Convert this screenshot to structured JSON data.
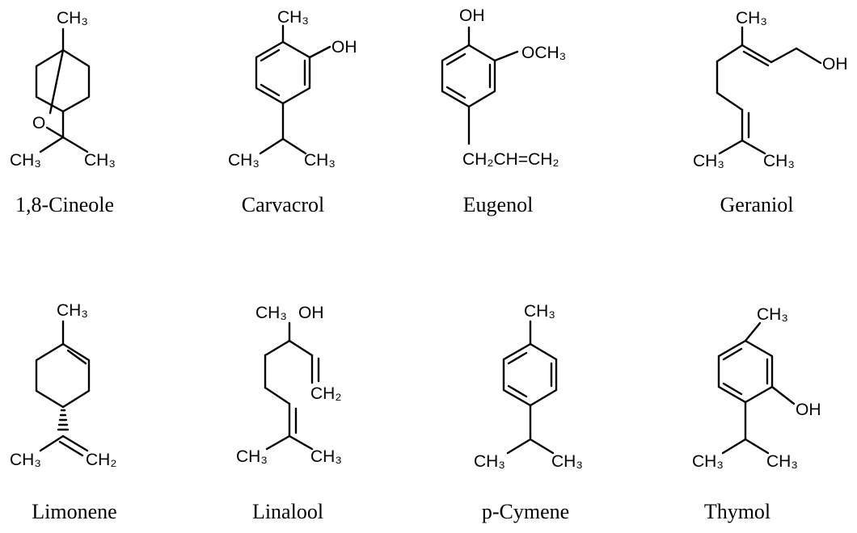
{
  "molecules": [
    {
      "name": "1,8-Cineole",
      "labels": {
        "top": "CH3",
        "o": "O",
        "left": "CH3",
        "right": "CH3"
      }
    },
    {
      "name": "Carvacrol",
      "labels": {
        "top": "CH3",
        "oh": "OH",
        "left": "CH3",
        "right": "CH3"
      }
    },
    {
      "name": "Eugenol",
      "labels": {
        "oh": "OH",
        "och3": "OCH3",
        "chain": "CH2CH=CH2"
      }
    },
    {
      "name": "Geraniol",
      "labels": {
        "top": "CH3",
        "oh": "OH",
        "left": "CH3",
        "right": "CH3"
      }
    },
    {
      "name": "Limonene",
      "labels": {
        "top": "CH3",
        "left": "CH3",
        "right": "CH2"
      }
    },
    {
      "name": "Linalool",
      "labels": {
        "ch3": "CH3",
        "oh": "OH",
        "ch2": "CH2",
        "left": "CH3",
        "right": "CH3"
      }
    },
    {
      "name": "p-Cymene",
      "labels": {
        "top": "CH3",
        "left": "CH3",
        "right": "CH3"
      }
    },
    {
      "name": "Thymol",
      "labels": {
        "top": "CH3",
        "oh": "OH",
        "left": "CH3",
        "right": "CH3"
      }
    }
  ]
}
